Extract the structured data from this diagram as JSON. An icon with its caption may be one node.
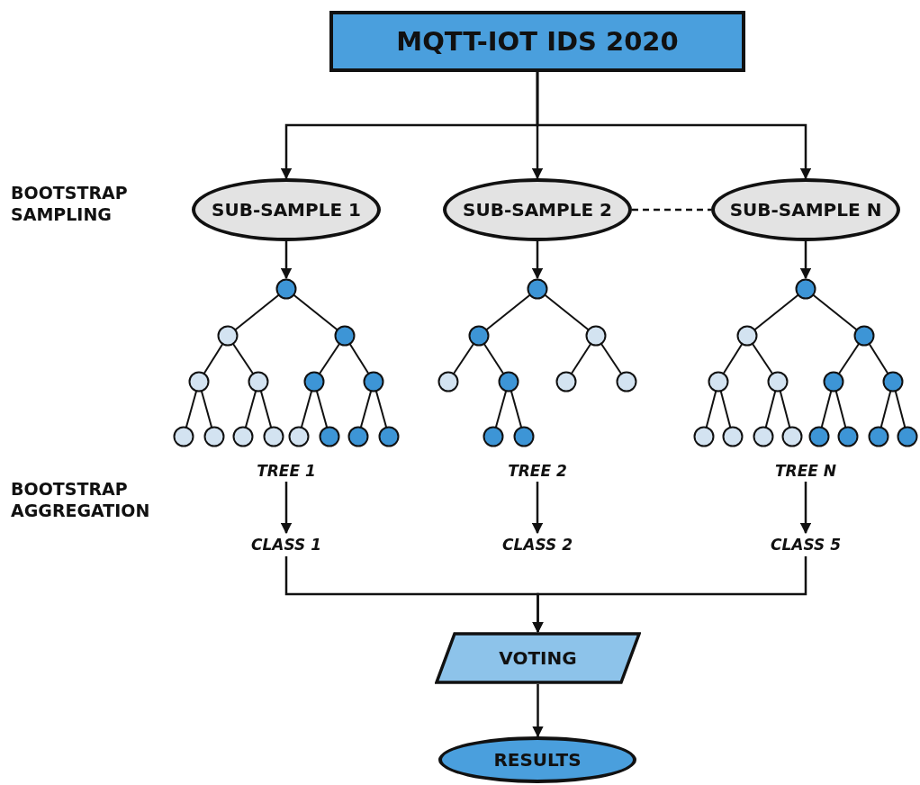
{
  "diagram": {
    "nodes": [
      {
        "text": [
          "MQTT-IOT IDS 2020"
        ]
      },
      {
        "text": [
          "SUB-SAMPLE 1"
        ]
      },
      {
        "text": [
          "SUB-SAMPLE 2"
        ]
      },
      {
        "text": [
          "SUB-SAMPLE N"
        ]
      },
      {
        "text": [
          "TREE 1"
        ]
      },
      {
        "text": [
          "TREE 2"
        ]
      },
      {
        "text": [
          "TREE N"
        ]
      },
      {
        "text": [
          "CLASS 1"
        ]
      },
      {
        "text": [
          "CLASS 2"
        ]
      },
      {
        "text": [
          "CLASS 5"
        ]
      },
      {
        "text": [
          "VOTING"
        ]
      },
      {
        "text": [
          "RESULTS"
        ]
      }
    ],
    "edges": [
      {
        "from": 0,
        "to": 1,
        "arrow": "to"
      },
      {
        "from": 0,
        "to": 2,
        "arrow": "to"
      },
      {
        "from": 0,
        "to": 3,
        "arrow": "to"
      },
      {
        "from": 2,
        "to": 3,
        "arrow": "none",
        "style": "dashed"
      },
      {
        "from": 1,
        "to": 4,
        "arrow": "to"
      },
      {
        "from": 2,
        "to": 5,
        "arrow": "to"
      },
      {
        "from": 3,
        "to": 6,
        "arrow": "to"
      },
      {
        "from": 4,
        "to": 7,
        "arrow": "to"
      },
      {
        "from": 5,
        "to": 8,
        "arrow": "to"
      },
      {
        "from": 6,
        "to": 9,
        "arrow": "to"
      },
      {
        "from": 7,
        "to": 10,
        "arrow": "to"
      },
      {
        "from": 9,
        "to": 10,
        "arrow": "to"
      },
      {
        "from": 10,
        "to": 11,
        "arrow": "to"
      }
    ],
    "labels": [
      "BOOTSTRAP SAMPLING",
      "BOOTSTRAP AGGREGATION"
    ]
  }
}
